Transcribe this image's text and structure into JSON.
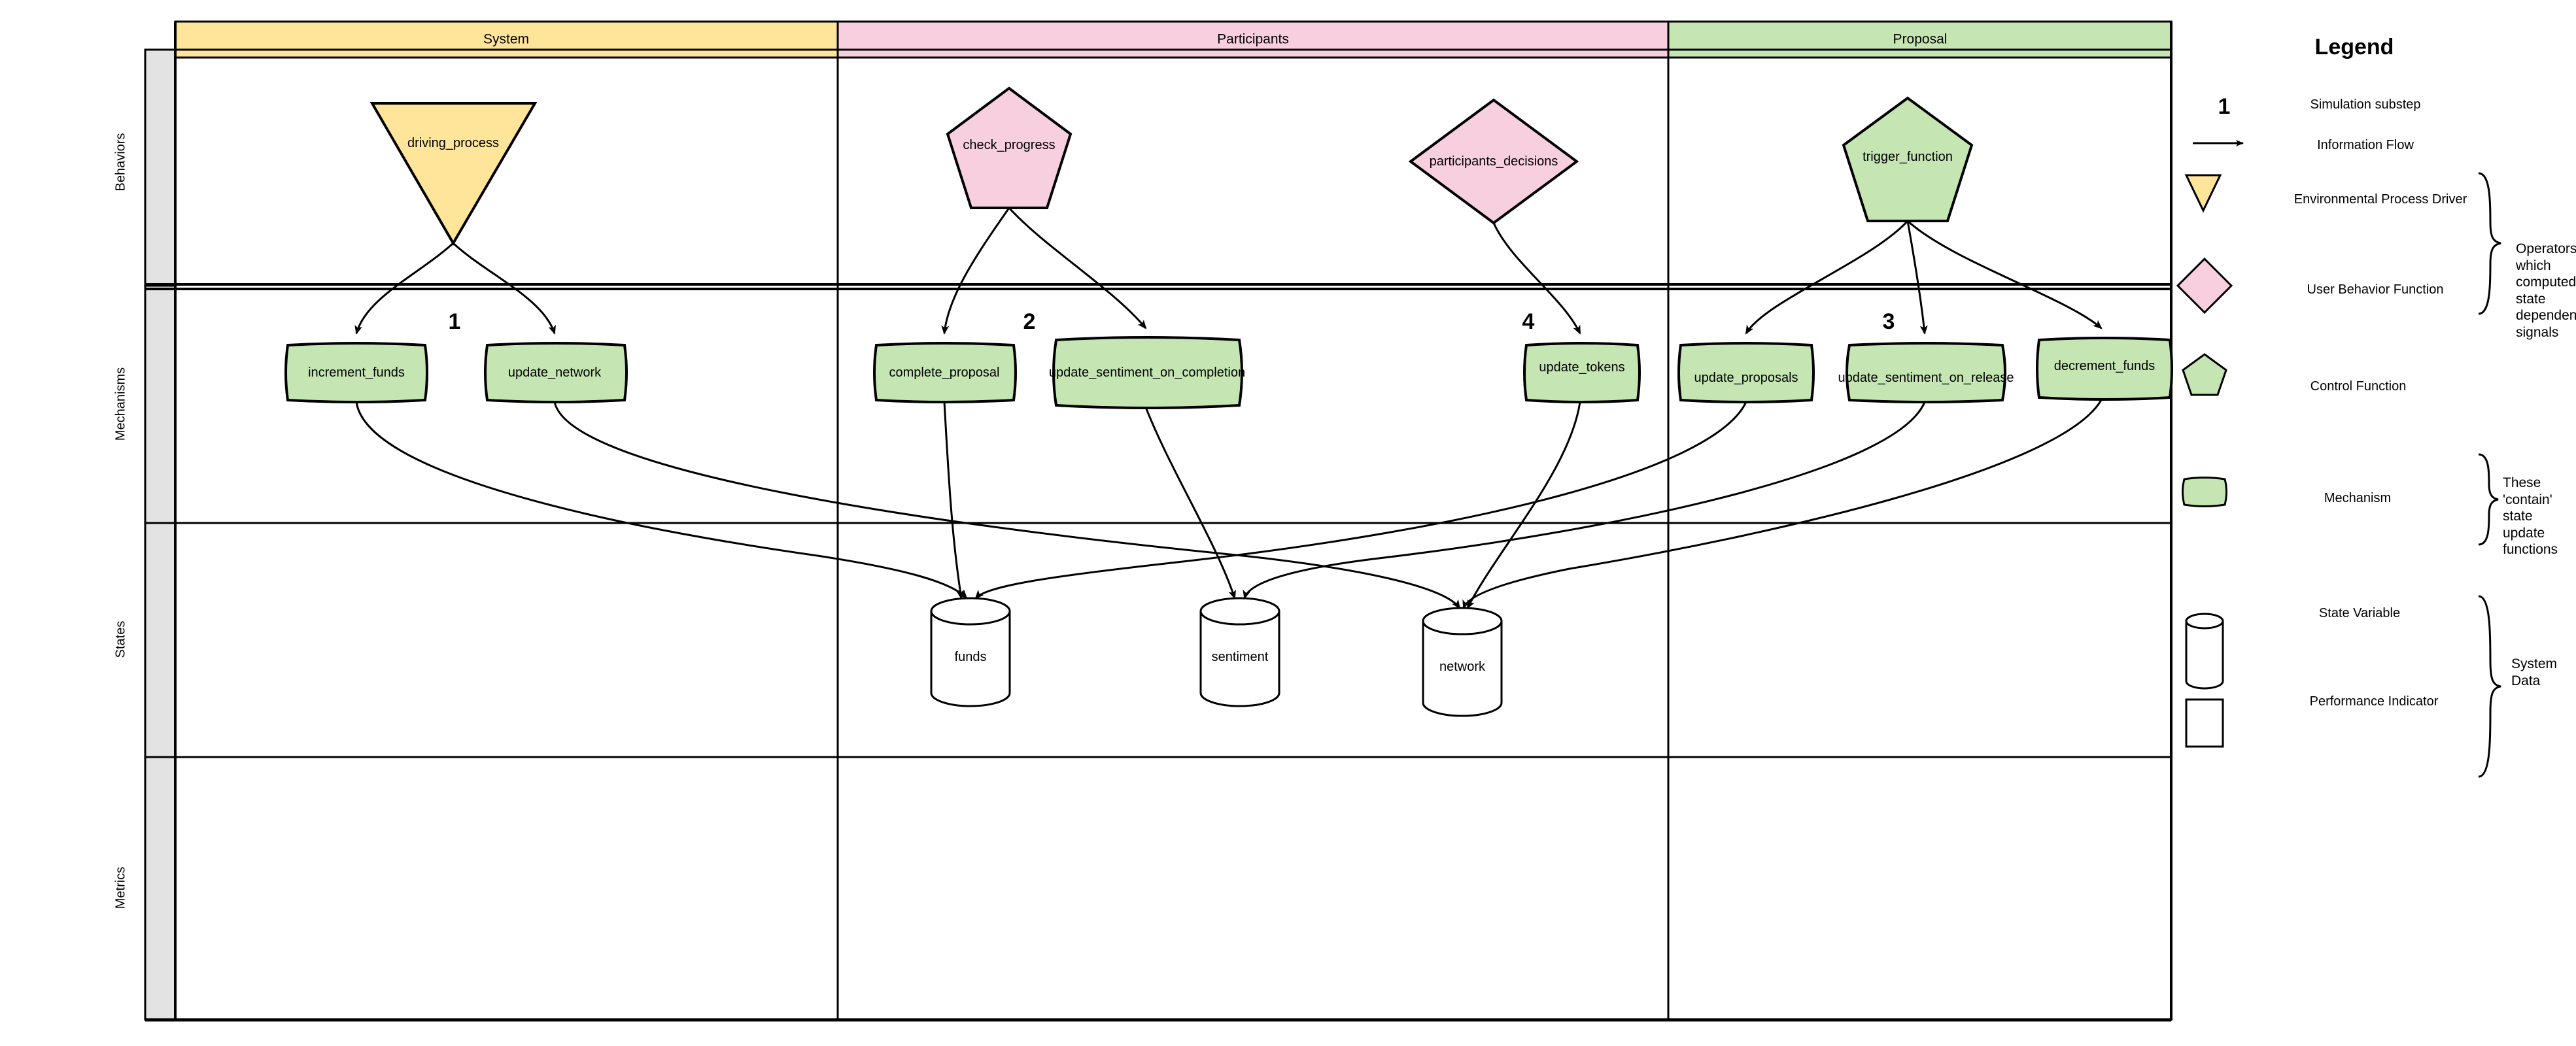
{
  "diagram": {
    "type": "cadCAD differential specification swimlane diagram",
    "columns": [
      {
        "label": "System",
        "color": "#ffe599"
      },
      {
        "label": "Participants",
        "color": "#f8cfdf"
      },
      {
        "label": "Proposal",
        "color": "#c5e6b3"
      }
    ],
    "rows": [
      {
        "label": "Behaviors"
      },
      {
        "label": "Mechanisms"
      },
      {
        "label": "States"
      },
      {
        "label": "Metrics"
      }
    ],
    "behaviors": [
      {
        "name": "driving_process",
        "shape": "triangle-down",
        "color": "#ffe599",
        "column": "System"
      },
      {
        "name": "check_progress",
        "shape": "pentagon",
        "color": "#f8cfdf",
        "column": "Participants"
      },
      {
        "name": "participants_decisions",
        "shape": "diamond",
        "color": "#f8cfdf",
        "column": "Participants"
      },
      {
        "name": "trigger_function",
        "shape": "pentagon",
        "color": "#c5e6b3",
        "column": "Proposal"
      }
    ],
    "mechanisms": [
      {
        "name": "increment_funds",
        "color": "#c5e6b3",
        "column": "System"
      },
      {
        "name": "update_network",
        "color": "#c5e6b3",
        "column": "System"
      },
      {
        "name": "complete_proposal",
        "color": "#c5e6b3",
        "column": "Participants"
      },
      {
        "name": "update_sentiment_on_completion",
        "color": "#c5e6b3",
        "column": "Participants"
      },
      {
        "name": "update_tokens",
        "color": "#c5e6b3",
        "column": "Participants"
      },
      {
        "name": "update_proposals",
        "color": "#c5e6b3",
        "column": "Proposal"
      },
      {
        "name": "update_sentiment_on_release",
        "color": "#c5e6b3",
        "column": "Proposal"
      },
      {
        "name": "decrement_funds",
        "color": "#c5e6b3",
        "column": "Proposal"
      }
    ],
    "states": [
      {
        "name": "funds"
      },
      {
        "name": "sentiment"
      },
      {
        "name": "network"
      }
    ],
    "metrics": [],
    "substeps": [
      {
        "number": "1",
        "column": "System"
      },
      {
        "number": "2",
        "column": "Participants"
      },
      {
        "number": "4",
        "column": "Participants"
      },
      {
        "number": "3",
        "column": "Proposal"
      }
    ]
  },
  "legend": {
    "title": "Legend",
    "items": [
      {
        "symbol": "1",
        "label": "Simulation substep"
      },
      {
        "symbol": "arrow",
        "label": "Information Flow"
      },
      {
        "symbol": "triangle-down",
        "label": "Environmental Process Driver",
        "color": "#ffe599"
      },
      {
        "symbol": "diamond",
        "label": "User Behavior Function",
        "color": "#f8cfdf"
      },
      {
        "symbol": "pentagon",
        "label": "Control Function",
        "color": "#c5e6b3"
      },
      {
        "symbol": "rounded-rect",
        "label": "Mechanism",
        "color": "#c5e6b3"
      },
      {
        "symbol": "cylinder",
        "label": "State Variable",
        "color": "#ffffff"
      },
      {
        "symbol": "rect",
        "label": "Performance Indicator",
        "color": "#ffffff"
      }
    ],
    "braces": [
      {
        "note": "Operators which computed state dependent signals",
        "covers": "behaviors"
      },
      {
        "note": "These 'contain' state update functions",
        "covers": "mechanisms"
      },
      {
        "note": "System Data",
        "covers": "states"
      }
    ]
  },
  "colors": {
    "system": "#ffe599",
    "participants": "#f8cfdf",
    "proposal": "#c5e6b3",
    "row_label_bg": "#e3e3e3",
    "stroke": "#000000",
    "background": "#ffffff"
  }
}
